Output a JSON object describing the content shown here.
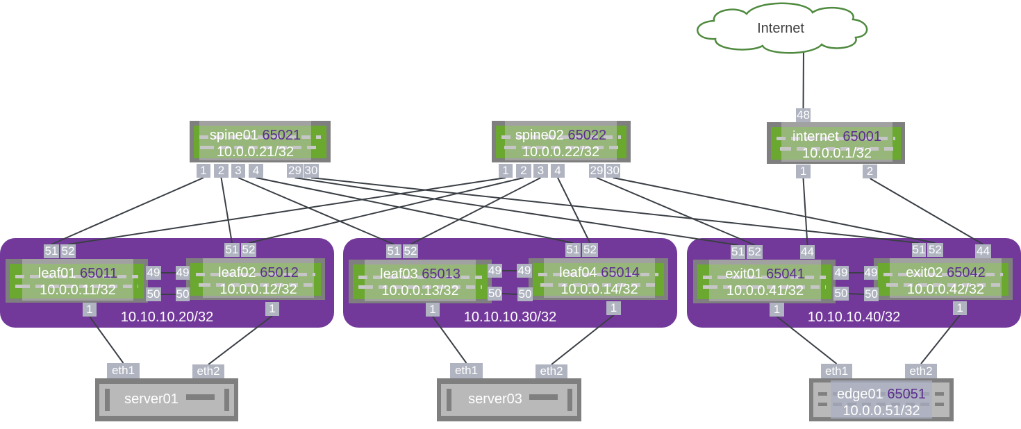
{
  "colors": {
    "group_bg": "#73399a",
    "switch_body": "#6aa830",
    "device_frame": "#7f7f7f",
    "port_label": "#b0b4c1",
    "asn_text": "#5b2d8f",
    "link": "#3a3f45",
    "cloud_outline": "#4f8a3f"
  },
  "cloud": {
    "label": "Internet"
  },
  "devices": {
    "spine01": {
      "name": "spine01",
      "asn": "65021",
      "ip": "10.0.0.21/32",
      "ports": [
        "1",
        "2",
        "3",
        "4",
        "29",
        "30"
      ]
    },
    "spine02": {
      "name": "spine02",
      "asn": "65022",
      "ip": "10.0.0.22/32",
      "ports": [
        "1",
        "2",
        "3",
        "4",
        "29",
        "30"
      ]
    },
    "internet": {
      "name": "internet",
      "asn": "65001",
      "ip": "10.0.0.1/32",
      "ports": [
        "48",
        "1",
        "2"
      ]
    },
    "leaf01": {
      "name": "leaf01",
      "asn": "65011",
      "ip": "10.0.0.11/32",
      "ports": [
        "51",
        "52",
        "49",
        "50",
        "1"
      ]
    },
    "leaf02": {
      "name": "leaf02",
      "asn": "65012",
      "ip": "10.0.0.12/32",
      "ports": [
        "51",
        "52",
        "49",
        "50",
        "1"
      ]
    },
    "leaf03": {
      "name": "leaf03",
      "asn": "65013",
      "ip": "10.0.0.13/32",
      "ports": [
        "51",
        "52",
        "49",
        "50",
        "1"
      ]
    },
    "leaf04": {
      "name": "leaf04",
      "asn": "65014",
      "ip": "10.0.0.14/32",
      "ports": [
        "51",
        "52",
        "49",
        "50",
        "1"
      ]
    },
    "exit01": {
      "name": "exit01",
      "asn": "65041",
      "ip": "10.0.0.41/32",
      "ports": [
        "51",
        "52",
        "44",
        "49",
        "50",
        "1"
      ]
    },
    "exit02": {
      "name": "exit02",
      "asn": "65042",
      "ip": "10.0.0.42/32",
      "ports": [
        "51",
        "52",
        "44",
        "49",
        "50",
        "1"
      ]
    },
    "server01": {
      "name": "server01",
      "ports": [
        "eth1",
        "eth2"
      ]
    },
    "server03": {
      "name": "server03",
      "ports": [
        "eth1",
        "eth2"
      ]
    },
    "edge01": {
      "name": "edge01",
      "asn": "65051",
      "ip": "10.0.0.51/32",
      "ports": [
        "eth1",
        "eth2"
      ]
    }
  },
  "groups": [
    {
      "label": "10.10.10.20/32"
    },
    {
      "label": "10.10.10.30/32"
    },
    {
      "label": "10.10.10.40/32"
    }
  ],
  "links": [
    {
      "from": "cloud",
      "to": "internet:48"
    },
    {
      "from": "spine01:1",
      "to": "leaf01:51"
    },
    {
      "from": "spine01:2",
      "to": "leaf02:51"
    },
    {
      "from": "spine01:3",
      "to": "leaf03:51"
    },
    {
      "from": "spine01:4",
      "to": "leaf04:51"
    },
    {
      "from": "spine01:29",
      "to": "exit01:51"
    },
    {
      "from": "spine01:30",
      "to": "exit02:51"
    },
    {
      "from": "spine02:1",
      "to": "leaf01:52"
    },
    {
      "from": "spine02:2",
      "to": "leaf02:52"
    },
    {
      "from": "spine02:3",
      "to": "leaf03:52"
    },
    {
      "from": "spine02:4",
      "to": "leaf04:52"
    },
    {
      "from": "spine02:29",
      "to": "exit01:52"
    },
    {
      "from": "spine02:30",
      "to": "exit02:52"
    },
    {
      "from": "internet:1",
      "to": "exit01:44"
    },
    {
      "from": "internet:2",
      "to": "exit02:44"
    },
    {
      "from": "leaf01:49",
      "to": "leaf02:49"
    },
    {
      "from": "leaf01:50",
      "to": "leaf02:50"
    },
    {
      "from": "leaf03:49",
      "to": "leaf04:49"
    },
    {
      "from": "leaf03:50",
      "to": "leaf04:50"
    },
    {
      "from": "exit01:49",
      "to": "exit02:49"
    },
    {
      "from": "exit01:50",
      "to": "exit02:50"
    },
    {
      "from": "leaf01:1",
      "to": "server01:eth1"
    },
    {
      "from": "leaf02:1",
      "to": "server01:eth2"
    },
    {
      "from": "leaf03:1",
      "to": "server03:eth1"
    },
    {
      "from": "leaf04:1",
      "to": "server03:eth2"
    },
    {
      "from": "exit01:1",
      "to": "edge01:eth1"
    },
    {
      "from": "exit02:1",
      "to": "edge01:eth2"
    }
  ]
}
